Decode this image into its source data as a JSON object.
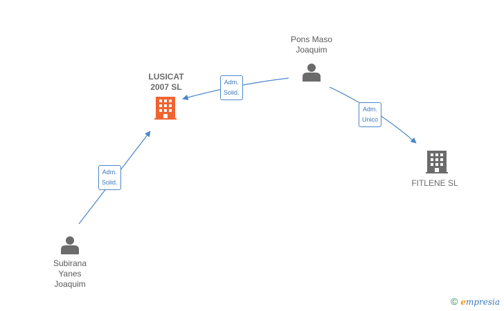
{
  "nodes": {
    "pons": {
      "name": "Pons Maso\nJoaquim",
      "kind": "person",
      "icon": "person-icon"
    },
    "lusicat": {
      "name": "LUSICAT\n2007 SL",
      "kind": "company",
      "icon": "building-icon",
      "color": "#f06432"
    },
    "fitlene": {
      "name": "FITLENE SL",
      "kind": "company",
      "icon": "building-icon",
      "color": "#6b6b6b"
    },
    "subirana": {
      "name": "Subirana\nYanes\nJoaquim",
      "kind": "person",
      "icon": "person-icon"
    }
  },
  "edges": [
    {
      "from": "pons",
      "to": "lusicat",
      "label": "Adm.\nSolid."
    },
    {
      "from": "pons",
      "to": "fitlene",
      "label": "Adm.\nUnico"
    },
    {
      "from": "subirana",
      "to": "lusicat",
      "label": "Adm.\nSolid."
    }
  ],
  "footer": {
    "copyright": "©",
    "brand_first": "e",
    "brand_rest": "mpresia"
  },
  "colors": {
    "edge": "#4a86c8",
    "person": "#6b6b6b"
  }
}
